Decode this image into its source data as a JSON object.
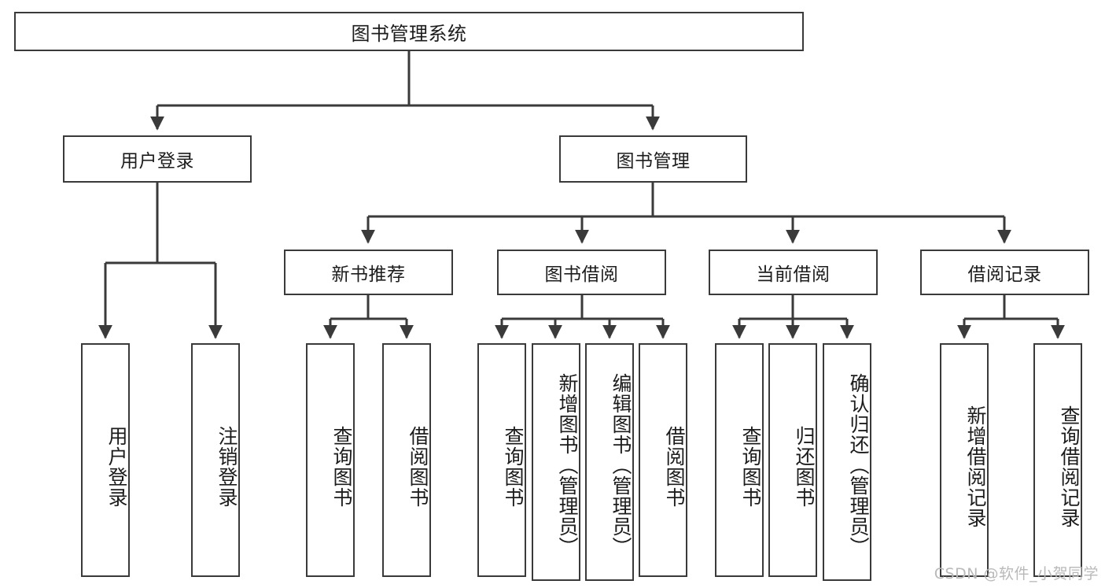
{
  "diagram": {
    "title": "图书管理系统",
    "type": "tree",
    "watermark": "CSDN @软件_小贺同学",
    "colors": {
      "stroke": "#3a3a3a",
      "text": "#1c1c1c",
      "background": "#ffffff",
      "watermark": "#b9b9b9"
    },
    "nodes": {
      "root": {
        "label": "图书管理系统"
      },
      "level2": [
        {
          "label": "用户登录"
        },
        {
          "label": "图书管理"
        }
      ],
      "level3": [
        {
          "label": "新书推荐"
        },
        {
          "label": "图书借阅"
        },
        {
          "label": "当前借阅"
        },
        {
          "label": "借阅记录"
        }
      ],
      "leaves": {
        "user_login": [
          {
            "label": "用户登录"
          },
          {
            "label": "注销登录"
          }
        ],
        "new_book_recommend": [
          {
            "label": "查询图书"
          },
          {
            "label": "借阅图书"
          }
        ],
        "book_borrow": [
          {
            "label": "查询图书"
          },
          {
            "label": "新增图书（管理员）"
          },
          {
            "label": "编辑图书（管理员）"
          },
          {
            "label": "借阅图书"
          }
        ],
        "current_borrow": [
          {
            "label": "查询图书"
          },
          {
            "label": "归还图书"
          },
          {
            "label": "确认归还（管理员）"
          }
        ],
        "borrow_record": [
          {
            "label": "新增借阅记录"
          },
          {
            "label": "查询借阅记录"
          }
        ]
      }
    }
  }
}
